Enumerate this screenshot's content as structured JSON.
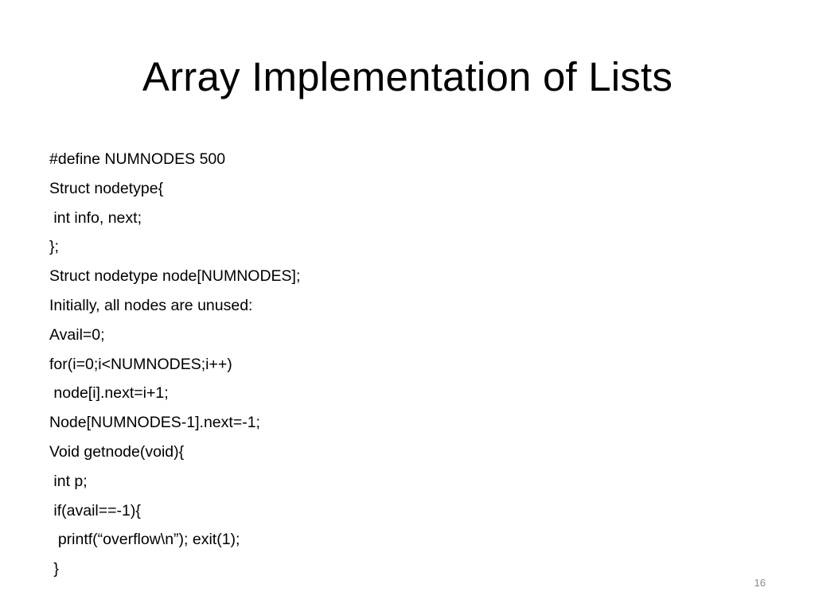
{
  "slide": {
    "title": "Array Implementation of Lists",
    "lines": [
      "#define NUMNODES 500",
      "Struct nodetype{",
      " int info, next;",
      "};",
      "Struct nodetype node[NUMNODES];",
      "Initially, all nodes are unused:",
      "Avail=0;",
      "for(i=0;i<NUMNODES;i++)",
      " node[i].next=i+1;",
      "Node[NUMNODES-1].next=-1;",
      "Void getnode(void){",
      " int p;",
      " if(avail==-1){",
      "  printf(“overflow\\n”); exit(1);",
      " }"
    ],
    "page_number": "16"
  }
}
